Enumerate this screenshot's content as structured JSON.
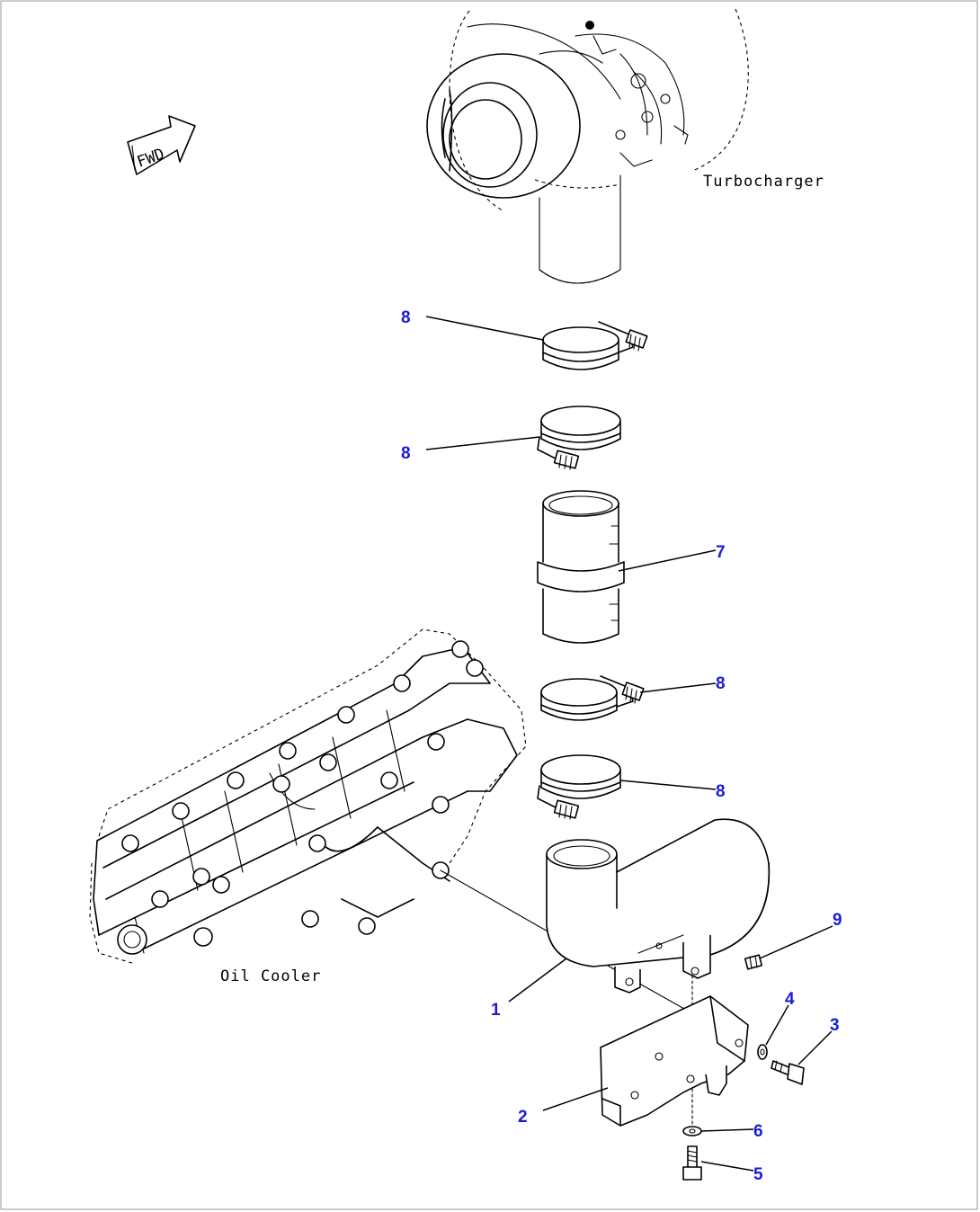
{
  "labels": {
    "turbocharger": "Turbocharger",
    "oil_cooler": "Oil Cooler",
    "fwd": "FWD"
  },
  "callouts": {
    "clamp_1": "8",
    "clamp_2": "8",
    "hose": "7",
    "clamp_3": "8",
    "clamp_4": "8",
    "bolt_9": "9",
    "elbow": "1",
    "washer_4": "4",
    "bolt_3": "3",
    "bracket": "2",
    "washer_6": "6",
    "bolt_5": "5"
  },
  "colors": {
    "callout": "#1a1ad6",
    "line": "#000000",
    "background": "#ffffff"
  }
}
